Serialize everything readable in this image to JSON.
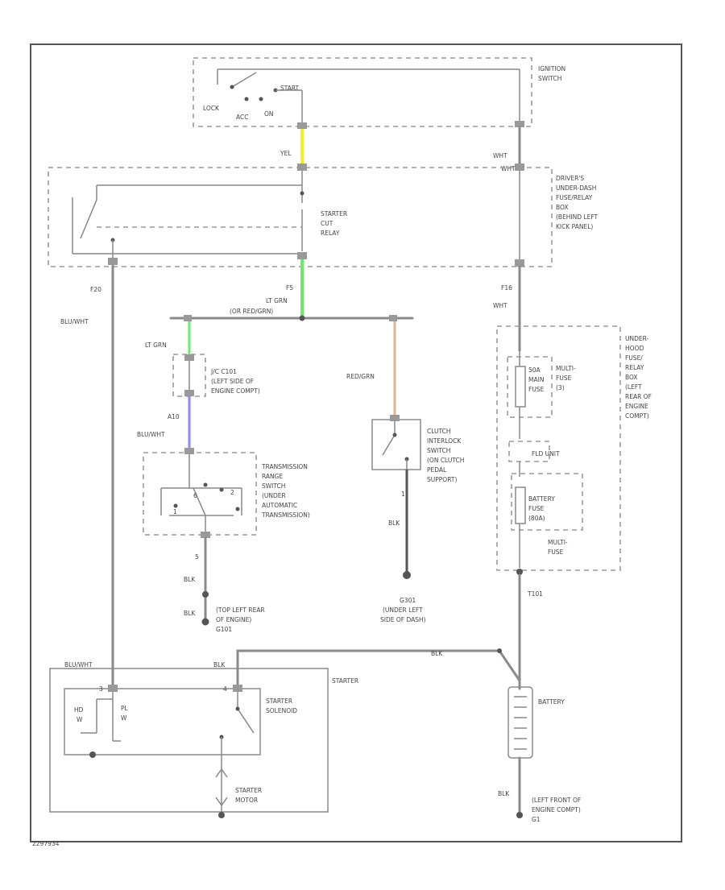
{
  "labels": {
    "ignition_switch": [
      "IGNITION",
      "SWITCH"
    ],
    "lock": "LOCK",
    "acc": "ACC",
    "on": "ON",
    "start": "START",
    "yel": "YEL",
    "wht_top": "WHT",
    "wht_top2": "WHT",
    "fuse_box": [
      "DRIVER'S",
      "UNDER-DASH",
      "FUSE/RELAY",
      "BOX",
      "(BEHIND LEFT",
      "KICK PANEL)"
    ],
    "starter_cut_relay": [
      "STARTER",
      "CUT",
      "RELAY"
    ],
    "f20": "F20",
    "f5": "F5",
    "f16": "F16",
    "blu_wht_left": "BLU/WHT",
    "lt_grn_top": "LT GRN",
    "or_red_grn": "(OR RED/GRN)",
    "wht_right": "WHT",
    "lt_grn_mid": "LT GRN",
    "jc_c101": [
      "J/C C101",
      "(LEFT SIDE OF",
      "ENGINE COMPT)"
    ],
    "red_grn": "RED/GRN",
    "blu_wht_mid": "BLU/WHT",
    "a10": "A10",
    "trans_switch": [
      "TRANSMISSION",
      "RANGE",
      "SWITCH",
      "(UNDER",
      "AUTOMATIC",
      "TRANSMISSION)"
    ],
    "clutch_switch": [
      "CLUTCH",
      "INTERLOCK",
      "SWITCH",
      "(ON CLUTCH",
      "PEDAL",
      "SUPPORT)"
    ],
    "under_hood_box": [
      "UNDER-",
      "HOOD",
      "FUSE/",
      "RELAY",
      "BOX",
      "(LEFT",
      "REAR OF",
      "ENGINE",
      "COMPT)"
    ],
    "multi_fuse_label": [
      "MULTI-",
      "FUSE",
      "(3)"
    ],
    "fuse_50a": [
      "50A",
      "MAIN",
      "FUSE"
    ],
    "fld_unit": "FLD UNIT",
    "battery_fuse": [
      "BATTERY",
      "FUSE",
      "(80A)"
    ],
    "multi_fuse_bottom": [
      "MULTI-",
      "FUSE"
    ],
    "t101": "T101",
    "blk_trans": "BLK",
    "blk_g101": "BLK",
    "g101": [
      "(TOP LEFT REAR",
      "OF ENGINE)",
      "G101"
    ],
    "blk_clutch": "BLK",
    "g301": [
      "G301",
      "(UNDER LEFT",
      "SIDE OF DASH)"
    ],
    "blk_wht_starter": "BLU/WHT",
    "blk_starter_top": "BLK",
    "blk_battery_wire": "BLK",
    "starter": "STARTER",
    "starter_solenoid": [
      "STARTER",
      "SOLENOID"
    ],
    "hd_w": [
      "HD",
      "W"
    ],
    "pl_w": [
      "PL",
      "W"
    ],
    "starter_motor": [
      "STARTER",
      "MOTOR"
    ],
    "battery": "BATTERY",
    "blk_battery": "BLK",
    "g1": [
      "(LEFT FRONT OF",
      "ENGINE COMPT)",
      "G1"
    ],
    "pin_1": "1",
    "pin_6": "6",
    "pin_5": "5",
    "pin_2": "2",
    "pin_3": "3",
    "pin_4": "4",
    "diagram_id": "2297934"
  },
  "colors": {
    "frame": "#555555",
    "wire": "#8a8a8a",
    "yellow": "#f2f020",
    "light_green": "#66ee66",
    "blue": "#8a8aff",
    "orange": "#d8b890"
  }
}
